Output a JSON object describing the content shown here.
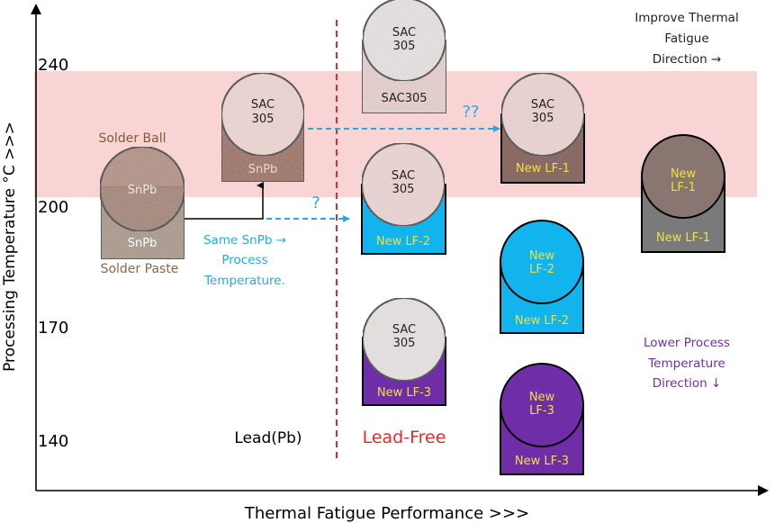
{
  "axes": {
    "x_label": "Thermal Fatigue Performance >>>",
    "y_label": "Processing Temperature °C >>>",
    "y_ticks": [
      "240",
      "200",
      "170",
      "140"
    ]
  },
  "regions": {
    "lead": "Lead(Pb)",
    "lead_free": "Lead-Free"
  },
  "annotations": {
    "improve_l1": "Improve Thermal",
    "improve_l2": "Fatigue",
    "improve_l3": "Direction →",
    "lower_l1": "Lower Process",
    "lower_l2": "Temperature",
    "lower_l3": "Direction ↓",
    "same_l1": "Same SnPb →",
    "same_l2": "Process",
    "same_l3": "Temperature.",
    "q1": "?",
    "q2": "??",
    "solder_ball": "Solder Ball",
    "solder_paste": "Solder Paste"
  },
  "joints": {
    "snpb": {
      "ball": "SnPb",
      "paste": "SnPb"
    },
    "sac_snpb": {
      "ball_l1": "SAC",
      "ball_l2": "305",
      "paste": "SnPb"
    },
    "sac_sac": {
      "ball_l1": "SAC",
      "ball_l2": "305",
      "paste": "SAC305"
    },
    "sac_lf1": {
      "ball_l1": "SAC",
      "ball_l2": "305",
      "paste": "New LF-1"
    },
    "lf1_lf1": {
      "ball_l1": "New",
      "ball_l2": "LF-1",
      "paste": "New LF-1"
    },
    "sac_lf2": {
      "ball_l1": "SAC",
      "ball_l2": "305",
      "paste": "New LF-2"
    },
    "lf2_lf2": {
      "ball_l1": "New",
      "ball_l2": "LF-2",
      "paste": "New LF-2"
    },
    "sac_lf3": {
      "ball_l1": "SAC",
      "ball_l2": "305",
      "paste": "New LF-3"
    },
    "lf3_lf3": {
      "ball_l1": "New",
      "ball_l2": "LF-3",
      "paste": "New LF-3"
    }
  },
  "colors": {
    "band": "#f9d4d4",
    "lead_free_divider": "#d9302b",
    "arrow_blue": "#2aa8e0",
    "snpb_text": "#8a5a38",
    "paste_label": "#8a6a40",
    "lf_yellow": "#f0e040",
    "lf1_paste": "#8a6a64",
    "lf1_gray": "#7a7a7a",
    "lf2_blue": "#12b4ee",
    "lf3_purple": "#6f2da8",
    "lower_purple": "#7030a0"
  }
}
